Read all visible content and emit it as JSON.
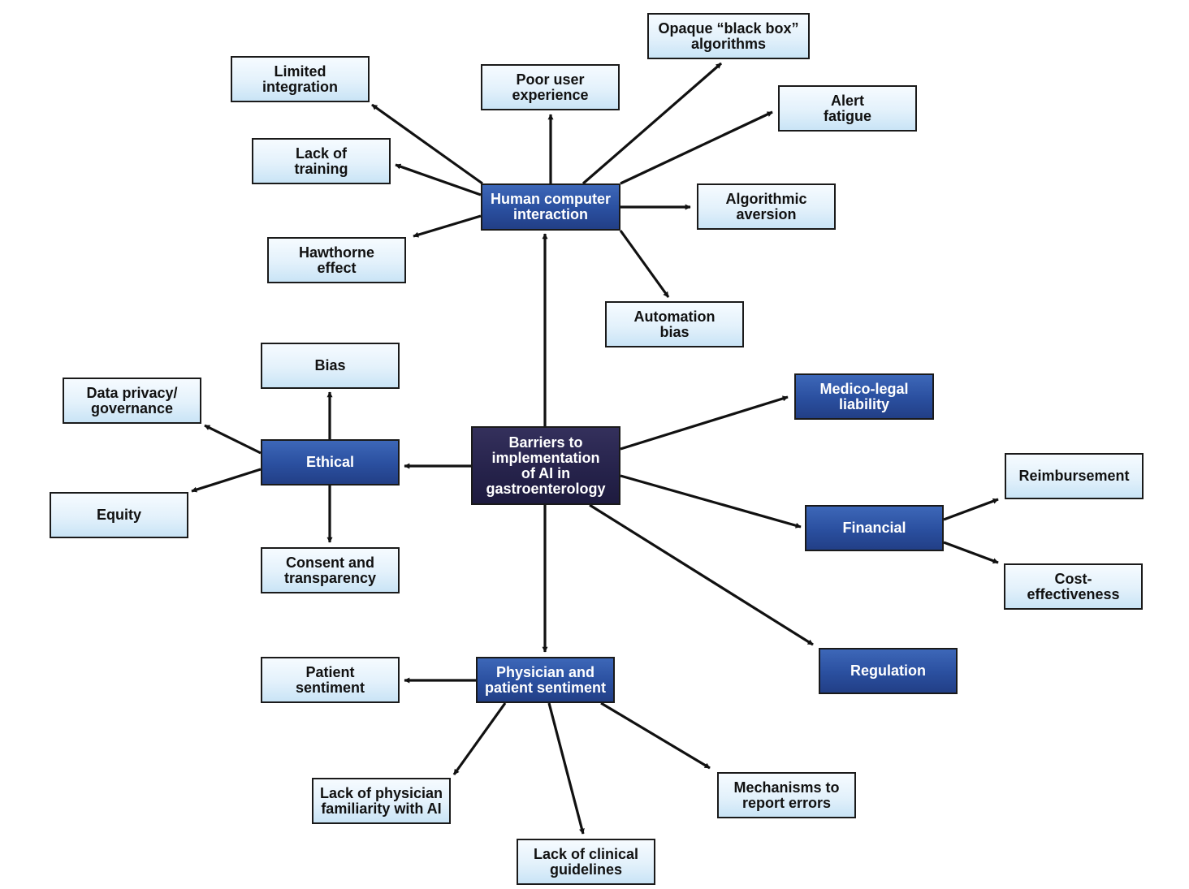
{
  "colors": {
    "root_fill": "#25224a",
    "category_fill": "#2a4f9f",
    "leaf_fill": "#e3f1fb",
    "edge": "#111111"
  },
  "nodes": {
    "root": "Barriers to\nimplementation\nof AI in\ngastroenterology",
    "hci": "Human computer\ninteraction",
    "ethical": "Ethical",
    "medico_legal": "Medico-legal\nliability",
    "financial": "Financial",
    "regulation": "Regulation",
    "physician_patient": "Physician and\npatient sentiment",
    "limited_integration": "Limited\nintegration",
    "poor_ux": "Poor user\nexperience",
    "opaque": "Opaque “black box”\nalgorithms",
    "alert_fatigue": "Alert\nfatigue",
    "lack_training": "Lack of\ntraining",
    "algorithmic_aversion": "Algorithmic\naversion",
    "hawthorne": "Hawthorne\neffect",
    "automation_bias": "Automation\nbias",
    "bias": "Bias",
    "data_privacy": "Data privacy/\ngovernance",
    "equity": "Equity",
    "consent": "Consent and\ntransparency",
    "reimbursement": "Reimbursement",
    "cost_effectiveness": "Cost-\neffectiveness",
    "patient_sentiment": "Patient\nsentiment",
    "physician_familiarity": "Lack of physician\nfamiliarity with AI",
    "clinical_guidelines": "Lack of clinical\nguidelines",
    "report_errors": "Mechanisms to\nreport errors"
  }
}
